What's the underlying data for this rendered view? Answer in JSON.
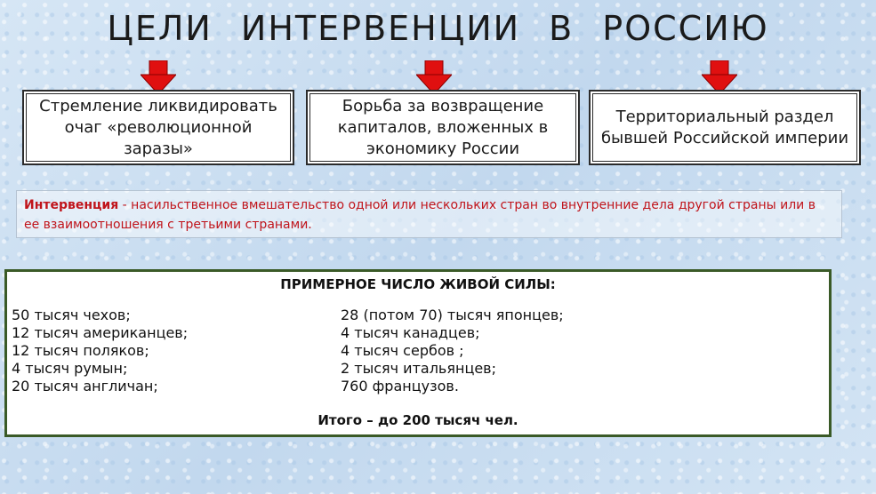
{
  "title": "ЦЕЛИ ИНТЕРВЕНЦИИ В РОССИЮ",
  "colors": {
    "arrow": "#e01010",
    "definition_text": "#c0141b",
    "forces_border": "#3a5a27"
  },
  "goals": [
    {
      "text": "Стремление ликвидировать очаг «революционной заразы»"
    },
    {
      "text": "Борьба за возвращение капиталов, вложенных в экономику России"
    },
    {
      "text": "Территориальный раздел бывшей Российской империи"
    }
  ],
  "definition": {
    "term": "Интервенция",
    "text": " - насильственное вмешательство одной или нескольких стран во внутренние дела другой страны или в ее взаимоотношения с третьими странами."
  },
  "forces": {
    "title": "ПРИМЕРНОЕ ЧИСЛО ЖИВОЙ СИЛЫ:",
    "left": [
      "50 тысяч чехов;",
      "12 тысяч американцев;",
      "12 тысяч поляков;",
      "4 тысяч румын;",
      "20 тысяч англичан;"
    ],
    "right": [
      "28 (потом 70) тысяч японцев;",
      "4 тысяч канадцев;",
      "4 тысяч сербов ;",
      "2 тысяч итальянцев;",
      "760 французов."
    ],
    "total": "Итого – до 200 тысяч чел."
  }
}
